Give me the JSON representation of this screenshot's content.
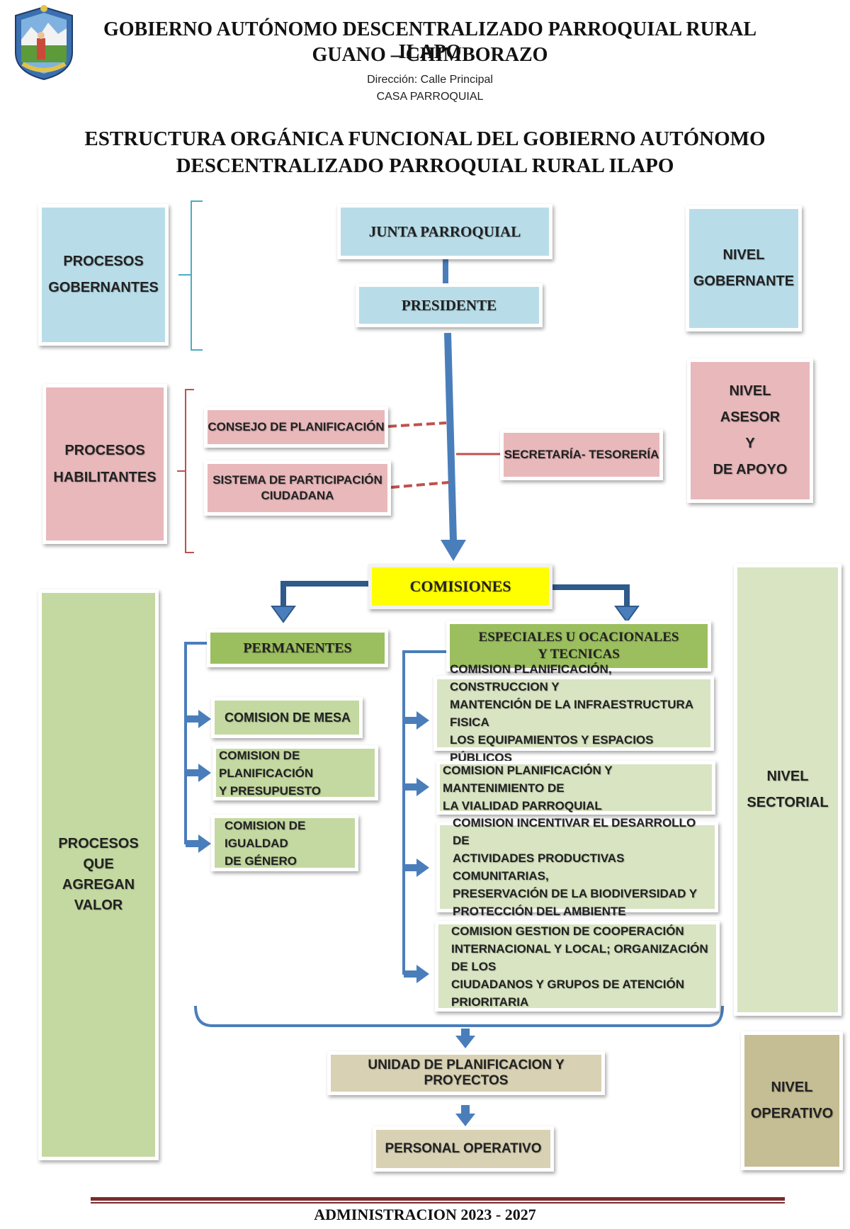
{
  "header": {
    "line1": "GOBIERNO AUTÓNOMO DESCENTRALIZADO PARROQUIAL RURAL ILAPO",
    "line2": "GUANO – CHIMBORAZO",
    "address": "Dirección: Calle Principal",
    "place": "CASA PARROQUIAL"
  },
  "title": {
    "line1": "ESTRUCTURA ORGÁNICA FUNCIONAL DEL GOBIERNO AUTÓNOMO",
    "line2": "DESCENTRALIZADO PARROQUIAL RURAL ILAPO"
  },
  "left_labels": {
    "gobernantes": [
      "PROCESOS",
      "GOBERNANTES"
    ],
    "habilitantes": [
      "PROCESOS",
      "HABILITANTES"
    ],
    "agregan_valor": [
      "PROCESOS",
      "QUE",
      "AGREGAN",
      "VALOR"
    ]
  },
  "right_labels": {
    "gobernante": [
      "NIVEL",
      "GOBERNANTE"
    ],
    "asesor": [
      "NIVEL",
      "ASESOR",
      "Y",
      "DE APOYO"
    ],
    "sectorial": [
      "NIVEL",
      "SECTORIAL"
    ],
    "operativo": [
      "NIVEL",
      "OPERATIVO"
    ]
  },
  "nodes": {
    "junta": "JUNTA PARROQUIAL",
    "presidente": "PRESIDENTE",
    "consejo": "CONSEJO DE PLANIFICACIÓN",
    "sistema": [
      "SISTEMA DE PARTICIPACIÓN",
      "CIUDADANA"
    ],
    "secretaria": "SECRETARÍA- TESORERÍA",
    "comisiones": "COMISIONES",
    "permanentes": "PERMANENTES",
    "especiales": [
      "ESPECIALES U OCACIONALES",
      "Y TECNICAS"
    ],
    "perm_items": [
      [
        "COMISION DE MESA"
      ],
      [
        "COMISION DE PLANIFICACIÓN",
        "Y PRESUPUESTO"
      ],
      [
        "COMISION DE IGUALDAD",
        "DE GÉNERO"
      ]
    ],
    "esp_items": [
      [
        "COMISION PLANIFICACIÓN, CONSTRUCCION Y",
        "MANTENCIÓN DE LA INFRAESTRUCTURA FISICA",
        "LOS EQUIPAMIENTOS Y ESPACIOS PÚBLICOS"
      ],
      [
        "COMISION PLANIFICACIÓN  Y MANTENIMIENTO DE",
        "LA VIALIDAD PARROQUIAL"
      ],
      [
        "COMISION INCENTIVAR EL DESARROLLO DE",
        "ACTIVIDADES PRODUCTIVAS COMUNITARIAS,",
        "PRESERVACIÓN DE LA BIODIVERSIDAD Y",
        "PROTECCIÓN DEL AMBIENTE"
      ],
      [
        "COMISION GESTION DE COOPERACIÓN",
        "INTERNACIONAL Y LOCAL; ORGANIZACIÓN DE LOS",
        "CIUDADANOS Y GRUPOS DE  ATENCIÓN",
        "PRIORITARIA"
      ]
    ],
    "unidad": "UNIDAD DE PLANIFICACION Y PROYECTOS",
    "personal": "PERSONAL OPERATIVO"
  },
  "footer": "ADMINISTRACION 2023 - 2027",
  "colors": {
    "gobernante": "#b8dde9",
    "habilitante": "#e8b8bb",
    "agregan_valor": "#c4d9a1",
    "sectorial": "#d8e4c2",
    "operativo": "#c5bd93",
    "comisiones": "#ffff00",
    "connector": "#4a7ebb",
    "dashed": "#c0504d",
    "footer_rule": "#7b2b2b"
  }
}
